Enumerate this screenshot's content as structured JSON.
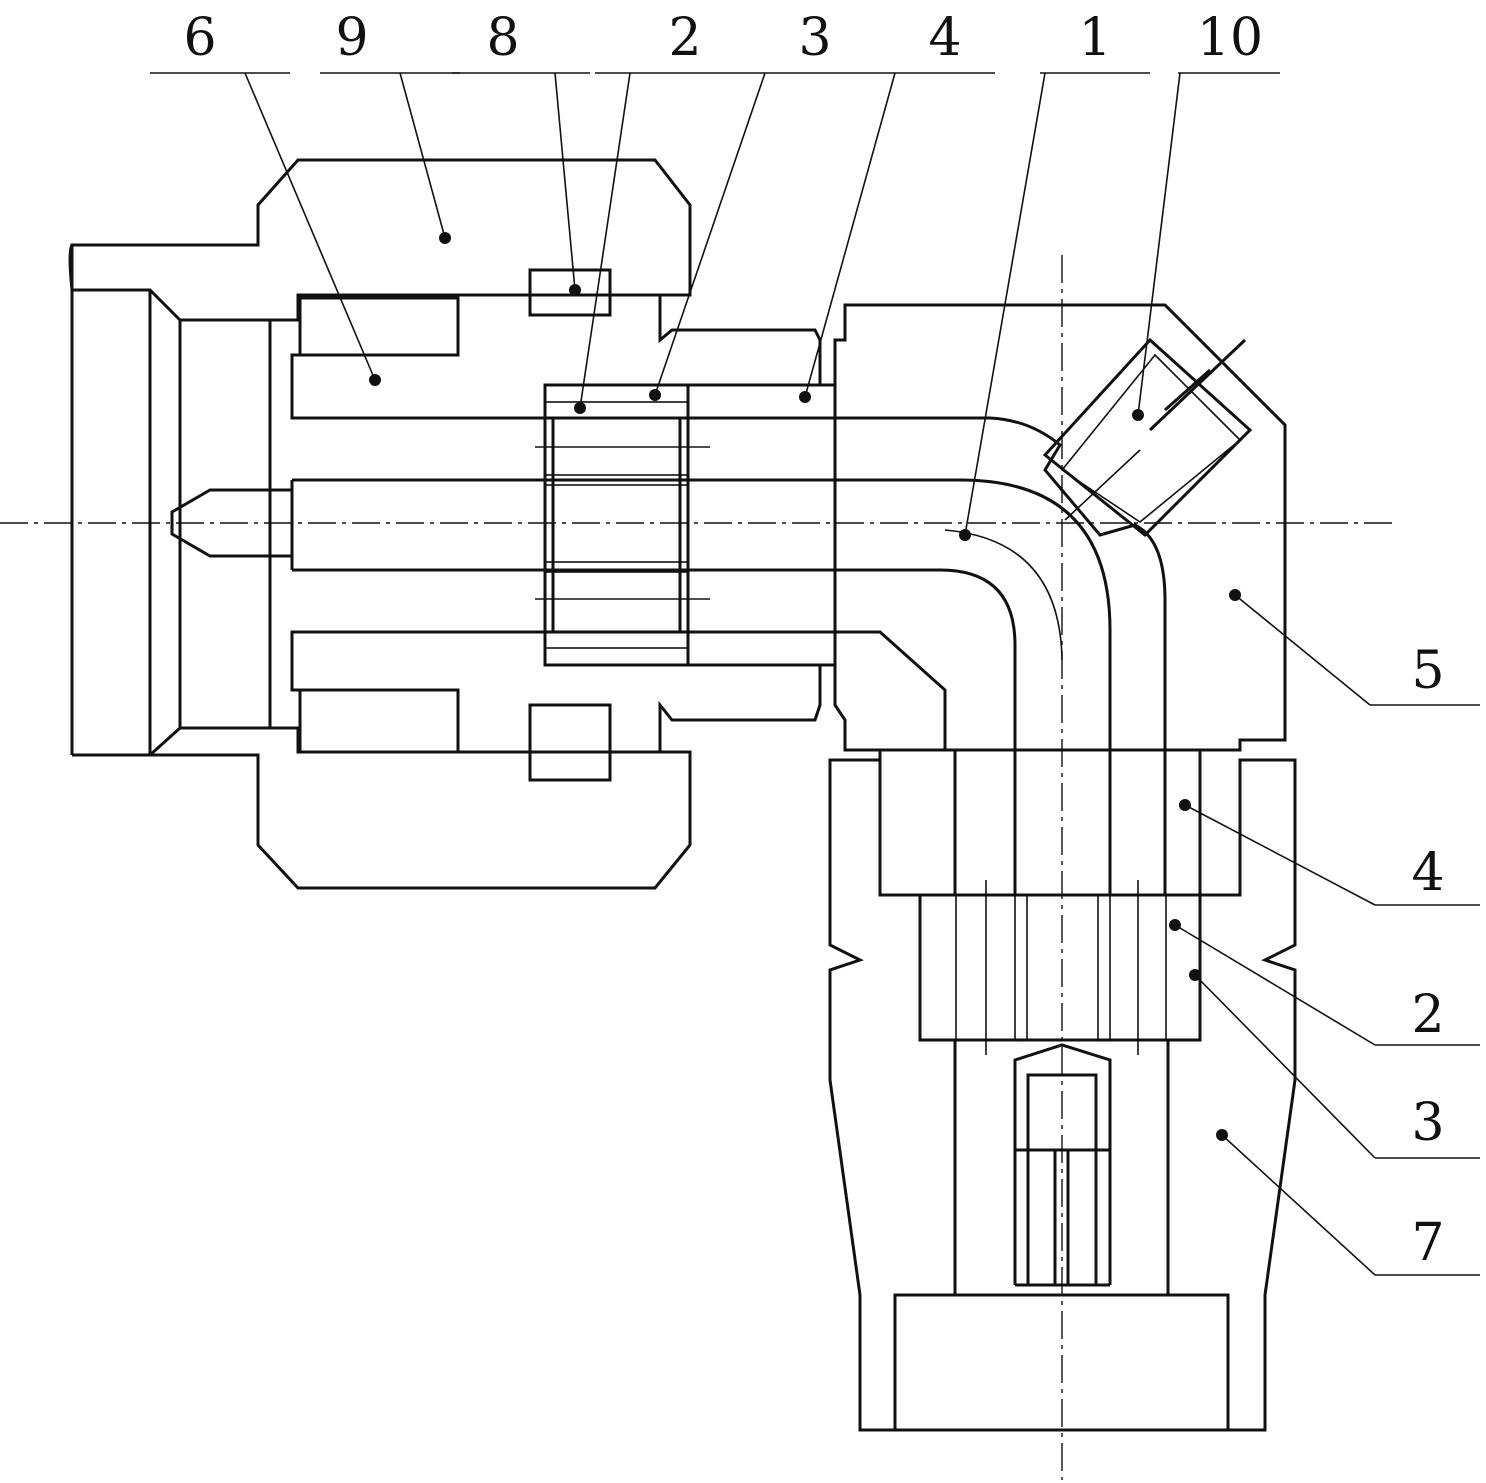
{
  "callouts_top": [
    "6",
    "9",
    "8",
    "2",
    "3",
    "4",
    "1",
    "10"
  ],
  "callouts_right": [
    "5",
    "4",
    "2",
    "3",
    "7"
  ],
  "colors": {
    "line": "#111111",
    "background": "#ffffff"
  }
}
